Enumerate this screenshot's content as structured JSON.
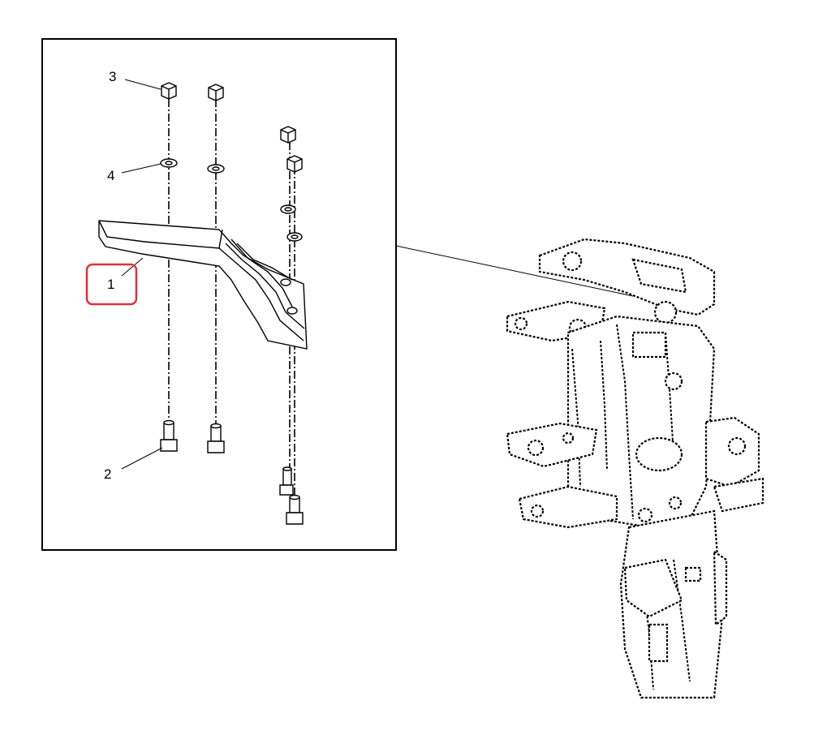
{
  "callouts": {
    "part1": "1",
    "part2": "2",
    "part3": "3",
    "part4": "4"
  },
  "highlight": {
    "target": "1",
    "color": "#e0303a"
  },
  "icons": [
    "bracket-part",
    "bolt",
    "nut",
    "washer",
    "frame-assembly"
  ]
}
